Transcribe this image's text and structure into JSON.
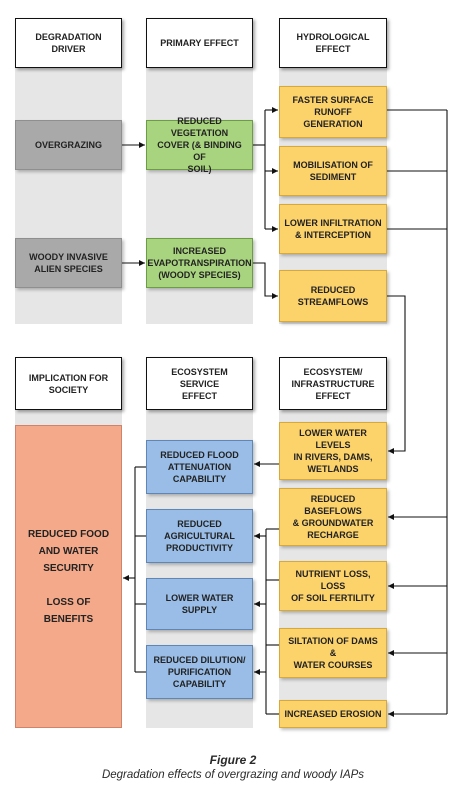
{
  "headers": {
    "degradation_driver": "DEGRADATION DRIVER",
    "primary_effect": "PRIMARY EFFECT",
    "hydrological_effect": "HYDROLOGICAL EFFECT",
    "implication_for_society": "IMPLICATION FOR\nSOCIETY",
    "ecosystem_service_effect": "ECOSYSTEM SERVICE\nEFFECT",
    "ecosystem_infrastructure_effect": "ECOSYSTEM/\nINFRASTRUCTURE\nEFFECT"
  },
  "drivers": {
    "overgrazing": "OVERGRAZING",
    "woody_ias": "WOODY INVASIVE\nALIEN SPECIES"
  },
  "primary": {
    "reduced_vegetation": "REDUCED VEGETATION\nCOVER (& BINDING OF\nSOIL)",
    "increased_et": "INCREASED\nEVAPOTRANSPIRATION\n(WOODY SPECIES)"
  },
  "hydro": {
    "faster_runoff": "FASTER SURFACE\nRUNOFF GENERATION",
    "mobilisation": "MOBILISATION OF\nSEDIMENT",
    "lower_infiltration": "LOWER INFILTRATION\n& INTERCEPTION",
    "reduced_streamflows": "REDUCED\nSTREAMFLOWS"
  },
  "ecosystem_infrastructure": {
    "lower_water_levels": "LOWER WATER LEVELS\nIN RIVERS, DAMS,\nWETLANDS",
    "reduced_baseflows": "REDUCED BASEFLOWS\n& GROUNDWATER\nRECHARGE",
    "nutrient_loss": "NUTRIENT LOSS, LOSS\nOF SOIL FERTILITY",
    "siltation": "SILTATION OF DAMS &\nWATER COURSES",
    "increased_erosion": "INCREASED EROSION"
  },
  "ecosystem_service": {
    "reduced_flood": "REDUCED FLOOD\nATTENUATION\nCAPABILITY",
    "reduced_agri": "REDUCED\nAGRICULTURAL\nPRODUCTIVITY",
    "lower_water_supply": "LOWER WATER SUPPLY",
    "reduced_dilution": "REDUCED DILUTION/\nPURIFICATION\nCAPABILITY"
  },
  "society": {
    "implication": "REDUCED FOOD\nAND WATER\nSECURITY\n\nLOSS OF\nBENEFITS"
  },
  "caption": {
    "title": "Figure 2",
    "text": "Degradation effects of overgrazing and woody IAPs"
  }
}
